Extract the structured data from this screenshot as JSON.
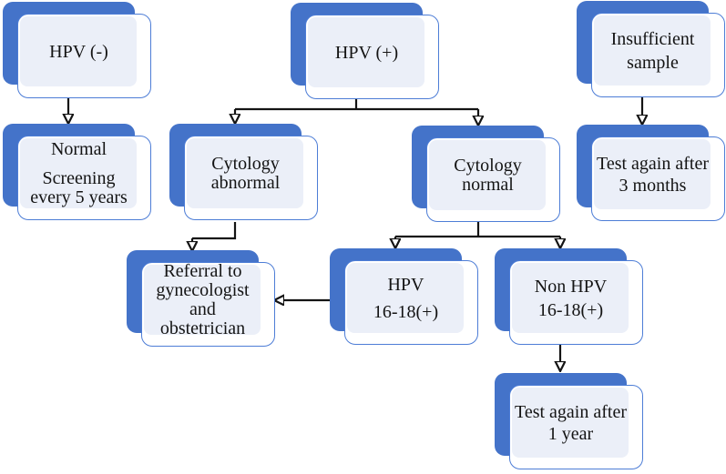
{
  "diagram": {
    "type": "flowchart",
    "subject": "HPV screening triage algorithm",
    "nodes": [
      {
        "id": "hpv-negative",
        "lines": [
          "HPV (-)"
        ]
      },
      {
        "id": "hpv-positive",
        "lines": [
          "HPV (+)"
        ]
      },
      {
        "id": "insufficient-sample",
        "lines": [
          "Insufficient",
          "sample"
        ]
      },
      {
        "id": "normal-screening",
        "lines": [
          "Normal",
          "Screening",
          "every 5 years"
        ]
      },
      {
        "id": "cytology-abnormal",
        "lines": [
          "Cytology",
          "abnormal"
        ]
      },
      {
        "id": "cytology-normal",
        "lines": [
          "Cytology",
          "normal"
        ]
      },
      {
        "id": "test-again-3-months",
        "lines": [
          "Test again after",
          "3 months"
        ]
      },
      {
        "id": "referral-gynecologist",
        "lines": [
          "Referral to",
          "gynecologist",
          "and",
          "obstetrician"
        ]
      },
      {
        "id": "hpv-16-18-positive",
        "lines": [
          "HPV",
          "16-18(+)"
        ]
      },
      {
        "id": "non-hpv-16-18-positive",
        "lines": [
          "Non HPV",
          "16-18(+)"
        ]
      },
      {
        "id": "test-again-1-year",
        "lines": [
          "Test again after",
          "1 year"
        ]
      }
    ],
    "edges": [
      {
        "from": "hpv-negative",
        "to": "normal-screening"
      },
      {
        "from": "hpv-positive",
        "to": "cytology-abnormal"
      },
      {
        "from": "hpv-positive",
        "to": "cytology-normal"
      },
      {
        "from": "insufficient-sample",
        "to": "test-again-3-months"
      },
      {
        "from": "cytology-abnormal",
        "to": "referral-gynecologist"
      },
      {
        "from": "cytology-normal",
        "to": "hpv-16-18-positive"
      },
      {
        "from": "cytology-normal",
        "to": "non-hpv-16-18-positive"
      },
      {
        "from": "hpv-16-18-positive",
        "to": "referral-gynecologist"
      },
      {
        "from": "non-hpv-16-18-positive",
        "to": "test-again-1-year"
      }
    ],
    "colors": {
      "shadow_blue": "#4473C9",
      "border_blue": "#4D7DD6",
      "panel_fill": "#EBEFF8",
      "box_bg": "#FFFFFF",
      "line_black": "#141414"
    }
  }
}
